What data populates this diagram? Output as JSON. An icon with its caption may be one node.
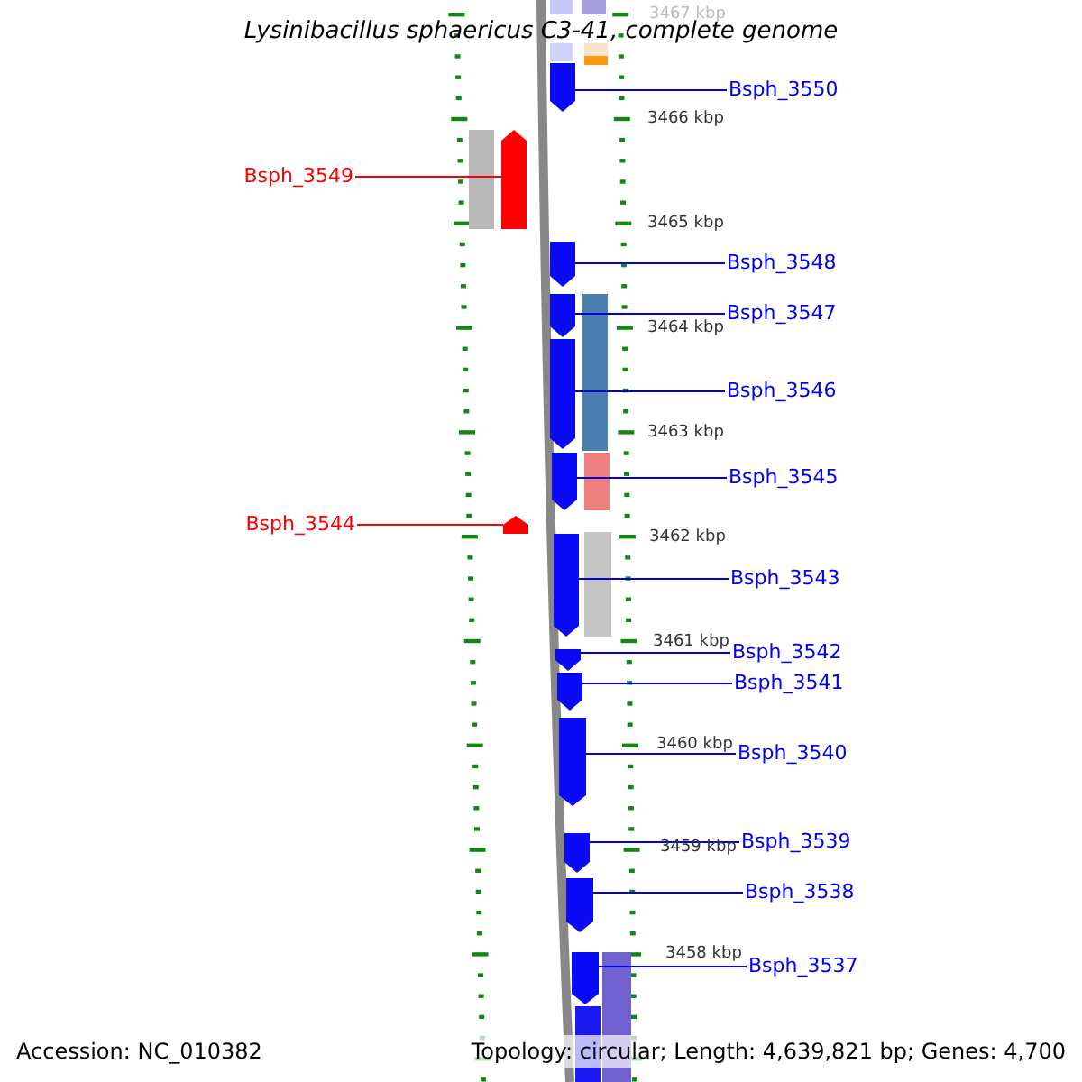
{
  "diagram": {
    "title": "Lysinibacillus sphaericus C3-41, complete genome",
    "nodes": [
      {
        "text": [
          "Bsph_3550"
        ]
      },
      {
        "text": [],
        "shape": "arrow"
      },
      {
        "text": [
          "Bsph_3549"
        ]
      },
      {
        "text": [],
        "shape": "arrow"
      },
      {
        "text": [
          "Bsph_3548"
        ]
      },
      {
        "text": [],
        "shape": "arrow"
      },
      {
        "text": [
          "Bsph_3547"
        ]
      },
      {
        "text": [],
        "shape": "arrow"
      },
      {
        "text": [
          "Bsph_3546"
        ]
      },
      {
        "text": [],
        "shape": "arrow"
      },
      {
        "text": [
          "Bsph_3545"
        ]
      },
      {
        "text": [],
        "shape": "arrow"
      },
      {
        "text": [
          "Bsph_3544"
        ]
      },
      {
        "text": [],
        "shape": "arrow"
      },
      {
        "text": [
          "Bsph_3543"
        ]
      },
      {
        "text": [],
        "shape": "arrow"
      },
      {
        "text": [
          "Bsph_3542"
        ]
      },
      {
        "text": [],
        "shape": "arrow"
      },
      {
        "text": [
          "Bsph_3541"
        ]
      },
      {
        "text": [],
        "shape": "arrow"
      },
      {
        "text": [
          "Bsph_3540"
        ]
      },
      {
        "text": [],
        "shape": "arrow"
      },
      {
        "text": [
          "Bsph_3539"
        ]
      },
      {
        "text": [],
        "shape": "arrow"
      },
      {
        "text": [
          "Bsph_3538"
        ]
      },
      {
        "text": [],
        "shape": "arrow"
      },
      {
        "text": [
          "Bsph_3537"
        ]
      },
      {
        "text": [],
        "shape": "arrow"
      },
      {
        "text": [],
        "shape": "box"
      }
    ],
    "edges": [
      {
        "from": 0,
        "to": 1,
        "arrow": "none"
      },
      {
        "from": 2,
        "to": 3,
        "arrow": "none",
        "color": "#ff0000"
      },
      {
        "from": 4,
        "to": 5,
        "arrow": "none"
      },
      {
        "from": 6,
        "to": 7,
        "arrow": "none"
      },
      {
        "from": 8,
        "to": 9,
        "arrow": "none"
      },
      {
        "from": 10,
        "to": 11,
        "arrow": "none"
      },
      {
        "from": 12,
        "to": 13,
        "arrow": "none",
        "color": "#ff0000"
      },
      {
        "from": 14,
        "to": 15,
        "arrow": "none"
      },
      {
        "from": 16,
        "to": 17,
        "arrow": "none"
      },
      {
        "from": 18,
        "to": 19,
        "arrow": "none"
      },
      {
        "from": 20,
        "to": 21,
        "arrow": "none"
      },
      {
        "from": 22,
        "to": 23,
        "arrow": "none"
      },
      {
        "from": 24,
        "to": 25,
        "arrow": "none"
      },
      {
        "from": 26,
        "to": 27,
        "arrow": "none"
      }
    ],
    "labels": [
      "3467 kbp",
      "3466 kbp",
      "3465 kbp",
      "3464 kbp",
      "3463 kbp",
      "3462 kbp",
      "3461 kbp",
      "3460 kbp",
      "3459 kbp",
      "3458 kbp",
      "Accession: NC_010382",
      "Topology: circular; Length: 4,639,821 bp; Genes: 4,700"
    ]
  }
}
